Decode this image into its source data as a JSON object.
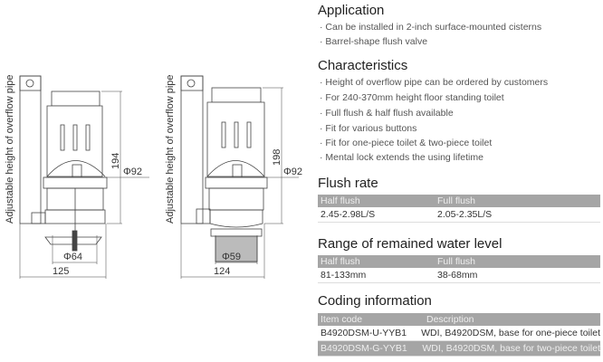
{
  "drawing_left": {
    "side_label": "Adjustable height of overflow pipe",
    "height": "194",
    "diameter": "Φ92",
    "base_diameter": "Φ64",
    "width": "125"
  },
  "drawing_right": {
    "side_label": "Adjustable height of overflow pipe",
    "height": "198",
    "diameter": "Φ92",
    "base_diameter": "Φ59",
    "width": "124"
  },
  "application": {
    "title": "Application",
    "items": [
      "· Can be installed in 2-inch surface-mounted cisterns",
      "· Barrel-shape flush valve"
    ]
  },
  "characteristics": {
    "title": "Characteristics",
    "items": [
      "· Height of overflow pipe can be ordered by customers",
      "· For 240-370mm height floor standing toilet",
      "· Full flush & half flush available",
      "· Fit for various buttons",
      "· Fit for one-piece toilet & two-piece toilet",
      "· Mental lock extends the using lifetime"
    ]
  },
  "flush_rate": {
    "title": "Flush rate",
    "headers": [
      "Half flush",
      "Full flush"
    ],
    "values": [
      "2.45-2.98L/S",
      "2.05-2.35L/S"
    ]
  },
  "water_level": {
    "title": "Range of remained water level",
    "headers": [
      "Half flush",
      "Full flush"
    ],
    "values": [
      "81-133mm",
      "38-68mm"
    ]
  },
  "coding": {
    "title": "Coding information",
    "headers": [
      "Item code",
      "Description"
    ],
    "rows": [
      [
        "B4920DSM-U-YYB1",
        "WDI, B4920DSM, base for one-piece toilet"
      ],
      [
        "B4920DSM-G-YYB1",
        "WDI, B4920DSM, base for two-piece toilet"
      ]
    ]
  }
}
